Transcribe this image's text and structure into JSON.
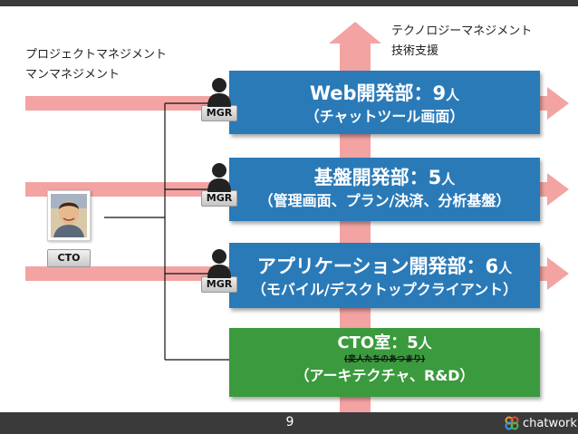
{
  "left_note": [
    "プロジェクトマネジメント",
    "マンマネジメント"
  ],
  "right_note": [
    "テクノロジーマネジメント",
    "技術支援"
  ],
  "departments": [
    {
      "name": "Web開発部：9",
      "unit": "人",
      "subtitle": "（チャットツール画面）",
      "color": "#2a7ab8",
      "has_mgr": true
    },
    {
      "name": "基盤開発部：5",
      "unit": "人",
      "subtitle": "（管理画面、プラン/決済、分析基盤）",
      "color": "#2a7ab8",
      "has_mgr": true
    },
    {
      "name": "アプリケーション開発部：6",
      "unit": "人",
      "subtitle": "（モバイル/デスクトップクライアント）",
      "color": "#2a7ab8",
      "has_mgr": true
    },
    {
      "name": "CTO室：5",
      "unit": "人",
      "remark": "(変人たちのあつまり)",
      "subtitle": "（アーキテクチャ、R&D）",
      "color": "#3b9a3d",
      "has_mgr": false
    }
  ],
  "mgr_label": "MGR",
  "mgr_icon": "person-silhouette-icon",
  "cto_label": "CTO",
  "page_number": "9",
  "logo_text": "chatwork",
  "colors": {
    "arrow": "#f4a3a3",
    "blue_box": "#2a7ab8",
    "green_box": "#3b9a3d",
    "bar": "#3a3a3a"
  }
}
